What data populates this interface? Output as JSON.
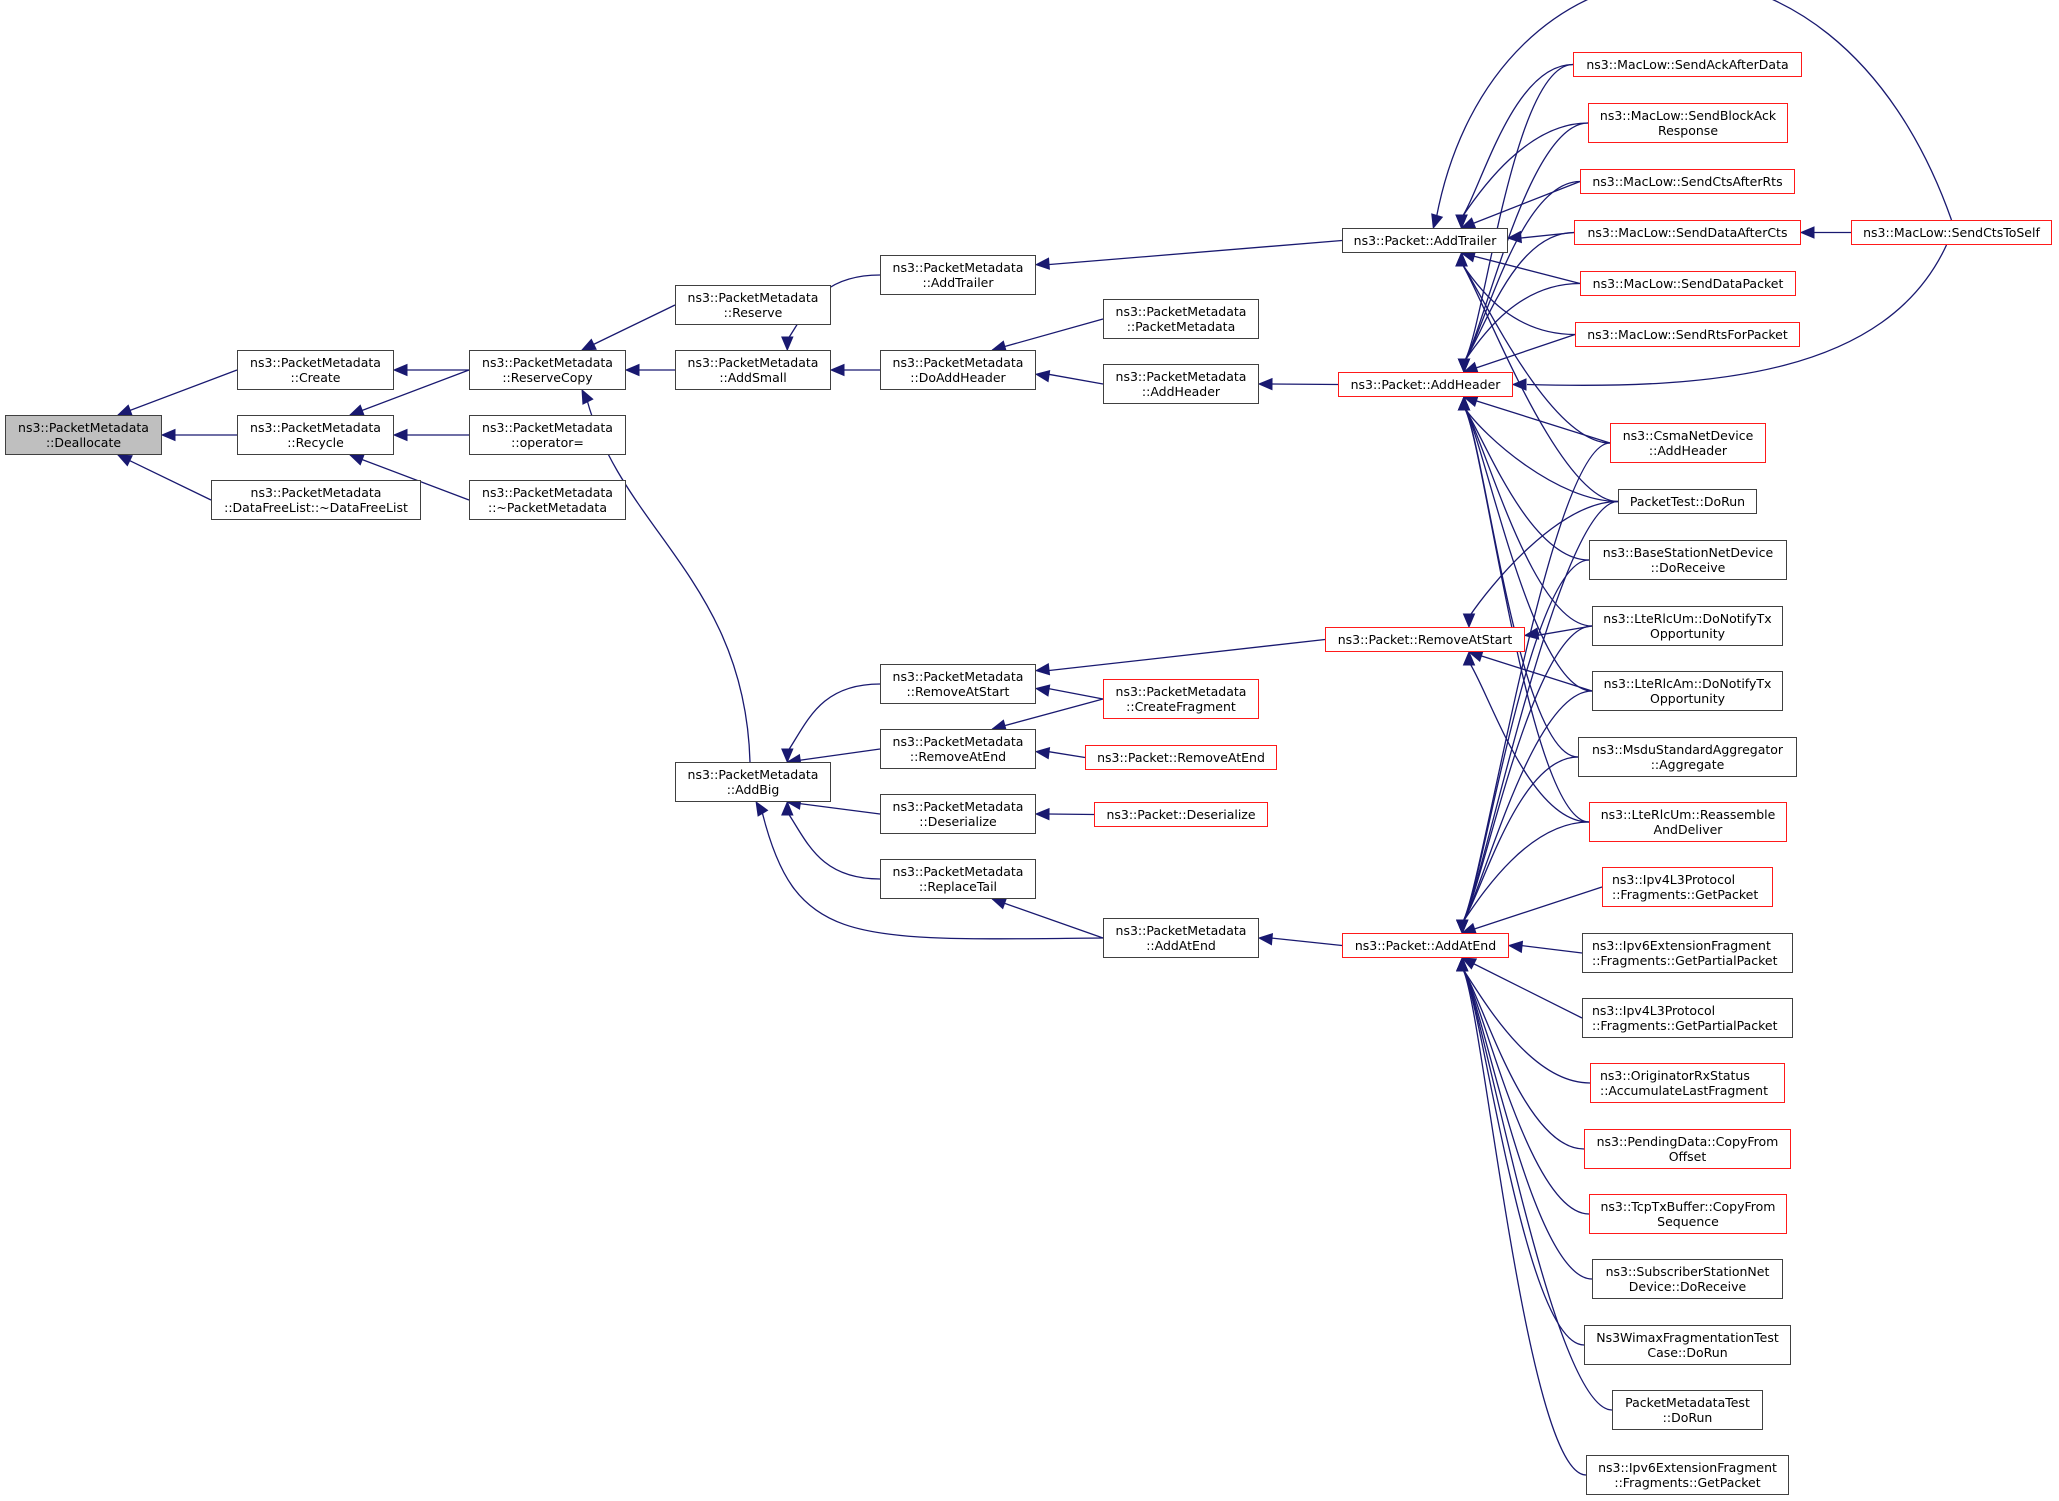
{
  "graph": {
    "title": "Caller graph of ns3::PacketMetadata::Deallocate",
    "root": "deallocate",
    "edge_color": "#191970",
    "colors": {
      "normal_border": "#404040",
      "truncated_border": "#ff1a1a",
      "root_fill": "#bfbfbf"
    },
    "nodes": {
      "deallocate": {
        "lines": [
          "ns3::PacketMetadata",
          "::Deallocate"
        ],
        "style": "root"
      },
      "create": {
        "lines": [
          "ns3::PacketMetadata",
          "::Create"
        ],
        "style": "normal"
      },
      "recycle": {
        "lines": [
          "ns3::PacketMetadata",
          "::Recycle"
        ],
        "style": "normal"
      },
      "datafreelist": {
        "lines": [
          "ns3::PacketMetadata",
          "::DataFreeList::~DataFreeList"
        ],
        "style": "normal"
      },
      "reservecopy": {
        "lines": [
          "ns3::PacketMetadata",
          "::ReserveCopy"
        ],
        "style": "normal"
      },
      "operator_assign": {
        "lines": [
          "ns3::PacketMetadata",
          "::operator="
        ],
        "style": "normal"
      },
      "dtor": {
        "lines": [
          "ns3::PacketMetadata",
          "::~PacketMetadata"
        ],
        "style": "normal"
      },
      "reserve": {
        "lines": [
          "ns3::PacketMetadata",
          "::Reserve"
        ],
        "style": "normal"
      },
      "addsmall": {
        "lines": [
          "ns3::PacketMetadata",
          "::AddSmall"
        ],
        "style": "normal"
      },
      "addbig": {
        "lines": [
          "ns3::PacketMetadata",
          "::AddBig"
        ],
        "style": "normal"
      },
      "pm_addtrailer": {
        "lines": [
          "ns3::PacketMetadata",
          "::AddTrailer"
        ],
        "style": "normal"
      },
      "doaddheader": {
        "lines": [
          "ns3::PacketMetadata",
          "::DoAddHeader"
        ],
        "style": "normal"
      },
      "pm_ctor": {
        "lines": [
          "ns3::PacketMetadata",
          "::PacketMetadata"
        ],
        "style": "normal"
      },
      "pm_addheader": {
        "lines": [
          "ns3::PacketMetadata",
          "::AddHeader"
        ],
        "style": "normal"
      },
      "pm_removeatstart": {
        "lines": [
          "ns3::PacketMetadata",
          "::RemoveAtStart"
        ],
        "style": "normal"
      },
      "pm_removeatend": {
        "lines": [
          "ns3::PacketMetadata",
          "::RemoveAtEnd"
        ],
        "style": "normal"
      },
      "pm_deserialize": {
        "lines": [
          "ns3::PacketMetadata",
          "::Deserialize"
        ],
        "style": "normal"
      },
      "replacetail": {
        "lines": [
          "ns3::PacketMetadata",
          "::ReplaceTail"
        ],
        "style": "normal"
      },
      "createfragment": {
        "lines": [
          "ns3::PacketMetadata",
          "::CreateFragment"
        ],
        "style": "truncated"
      },
      "p_removeatend": {
        "lines": [
          "ns3::Packet::RemoveAtEnd"
        ],
        "style": "truncated"
      },
      "p_deserialize": {
        "lines": [
          "ns3::Packet::Deserialize"
        ],
        "style": "truncated"
      },
      "pm_addatend": {
        "lines": [
          "ns3::PacketMetadata",
          "::AddAtEnd"
        ],
        "style": "normal"
      },
      "p_addtrailer": {
        "lines": [
          "ns3::Packet::AddTrailer"
        ],
        "style": "normal"
      },
      "p_addheader": {
        "lines": [
          "ns3::Packet::AddHeader"
        ],
        "style": "truncated"
      },
      "p_removeatstart": {
        "lines": [
          "ns3::Packet::RemoveAtStart"
        ],
        "style": "truncated"
      },
      "p_addatend": {
        "lines": [
          "ns3::Packet::AddAtEnd"
        ],
        "style": "truncated"
      },
      "sendackafterdata": {
        "lines": [
          "ns3::MacLow::SendAckAfterData"
        ],
        "style": "truncated"
      },
      "sendblockack": {
        "lines": [
          "ns3::MacLow::SendBlockAck",
          "Response"
        ],
        "style": "truncated"
      },
      "sendctsafterrts": {
        "lines": [
          "ns3::MacLow::SendCtsAfterRts"
        ],
        "style": "truncated"
      },
      "senddataaftercts": {
        "lines": [
          "ns3::MacLow::SendDataAfterCts"
        ],
        "style": "truncated"
      },
      "senddatapacket": {
        "lines": [
          "ns3::MacLow::SendDataPacket"
        ],
        "style": "truncated"
      },
      "sendrtsforpacket": {
        "lines": [
          "ns3::MacLow::SendRtsForPacket"
        ],
        "style": "truncated"
      },
      "sendctstoself": {
        "lines": [
          "ns3::MacLow::SendCtsToSelf"
        ],
        "style": "truncated"
      },
      "csma_addheader": {
        "lines": [
          "ns3::CsmaNetDevice",
          "::AddHeader"
        ],
        "style": "truncated"
      },
      "packettest": {
        "lines": [
          "PacketTest::DoRun"
        ],
        "style": "normal"
      },
      "basestation": {
        "lines": [
          "ns3::BaseStationNetDevice",
          "::DoReceive"
        ],
        "style": "normal"
      },
      "lterlcum_tx": {
        "lines": [
          "ns3::LteRlcUm::DoNotifyTx",
          "Opportunity"
        ],
        "style": "normal"
      },
      "lterlcam_tx": {
        "lines": [
          "ns3::LteRlcAm::DoNotifyTx",
          "Opportunity"
        ],
        "style": "normal"
      },
      "msdu": {
        "lines": [
          "ns3::MsduStandardAggregator",
          "::Aggregate"
        ],
        "style": "normal"
      },
      "reassemble": {
        "lines": [
          "ns3::LteRlcUm::Reassemble",
          "AndDeliver"
        ],
        "style": "truncated"
      },
      "ipv4_getpacket": {
        "lines": [
          "ns3::Ipv4L3Protocol",
          "::Fragments::GetPacket"
        ],
        "style": "truncated",
        "align": "left"
      },
      "ipv6_getpartial": {
        "lines": [
          "ns3::Ipv6ExtensionFragment",
          "::Fragments::GetPartialPacket"
        ],
        "style": "normal",
        "align": "left"
      },
      "ipv4_getpartial": {
        "lines": [
          "ns3::Ipv4L3Protocol",
          "::Fragments::GetPartialPacket"
        ],
        "style": "normal",
        "align": "left"
      },
      "originator": {
        "lines": [
          "ns3::OriginatorRxStatus",
          "::AccumulateLastFragment"
        ],
        "style": "truncated",
        "align": "left"
      },
      "pendingdata": {
        "lines": [
          "ns3::PendingData::CopyFrom",
          "Offset"
        ],
        "style": "truncated"
      },
      "tcptxbuffer": {
        "lines": [
          "ns3::TcpTxBuffer::CopyFrom",
          "Sequence"
        ],
        "style": "truncated"
      },
      "subscriber": {
        "lines": [
          "ns3::SubscriberStationNet",
          "Device::DoReceive"
        ],
        "style": "normal"
      },
      "wimaxtest": {
        "lines": [
          "Ns3WimaxFragmentationTest",
          "Case::DoRun"
        ],
        "style": "normal"
      },
      "pmtest": {
        "lines": [
          "PacketMetadataTest",
          "::DoRun"
        ],
        "style": "normal"
      },
      "ipv6_getpacket": {
        "lines": [
          "ns3::Ipv6ExtensionFragment",
          "::Fragments::GetPacket"
        ],
        "style": "normal"
      }
    },
    "edges": [
      [
        "create",
        "deallocate"
      ],
      [
        "recycle",
        "deallocate"
      ],
      [
        "datafreelist",
        "deallocate"
      ],
      [
        "reservecopy",
        "create"
      ],
      [
        "reservecopy",
        "recycle"
      ],
      [
        "operator_assign",
        "recycle"
      ],
      [
        "dtor",
        "recycle"
      ],
      [
        "reserve",
        "reservecopy"
      ],
      [
        "addsmall",
        "reservecopy"
      ],
      [
        "addbig",
        "reservecopy"
      ],
      [
        "pm_addtrailer",
        "addsmall"
      ],
      [
        "doaddheader",
        "addsmall"
      ],
      [
        "pm_ctor",
        "doaddheader"
      ],
      [
        "pm_addheader",
        "doaddheader"
      ],
      [
        "p_addtrailer",
        "pm_addtrailer"
      ],
      [
        "p_addheader",
        "pm_addheader"
      ],
      [
        "pm_removeatstart",
        "addbig"
      ],
      [
        "pm_removeatend",
        "addbig"
      ],
      [
        "pm_deserialize",
        "addbig"
      ],
      [
        "replacetail",
        "addbig"
      ],
      [
        "pm_addatend",
        "addbig"
      ],
      [
        "p_removeatstart",
        "pm_removeatstart"
      ],
      [
        "createfragment",
        "pm_removeatstart"
      ],
      [
        "createfragment",
        "pm_removeatend"
      ],
      [
        "p_removeatend",
        "pm_removeatend"
      ],
      [
        "p_deserialize",
        "pm_deserialize"
      ],
      [
        "pm_addatend",
        "replacetail"
      ],
      [
        "p_addatend",
        "pm_addatend"
      ],
      [
        "sendackafterdata",
        "p_addtrailer"
      ],
      [
        "sendblockack",
        "p_addtrailer"
      ],
      [
        "sendctsafterrts",
        "p_addtrailer"
      ],
      [
        "senddataaftercts",
        "p_addtrailer"
      ],
      [
        "senddatapacket",
        "p_addtrailer"
      ],
      [
        "sendrtsforpacket",
        "p_addtrailer"
      ],
      [
        "sendctstoself",
        "p_addtrailer"
      ],
      [
        "csma_addheader",
        "p_addtrailer"
      ],
      [
        "packettest",
        "p_addtrailer"
      ],
      [
        "sendctstoself",
        "senddataaftercts"
      ],
      [
        "sendackafterdata",
        "p_addheader"
      ],
      [
        "sendblockack",
        "p_addheader"
      ],
      [
        "sendctsafterrts",
        "p_addheader"
      ],
      [
        "senddataaftercts",
        "p_addheader"
      ],
      [
        "senddatapacket",
        "p_addheader"
      ],
      [
        "sendrtsforpacket",
        "p_addheader"
      ],
      [
        "sendctstoself",
        "p_addheader"
      ],
      [
        "csma_addheader",
        "p_addheader"
      ],
      [
        "packettest",
        "p_addheader"
      ],
      [
        "basestation",
        "p_addheader"
      ],
      [
        "lterlcum_tx",
        "p_addheader"
      ],
      [
        "lterlcam_tx",
        "p_addheader"
      ],
      [
        "msdu",
        "p_addheader"
      ],
      [
        "reassemble",
        "p_addheader"
      ],
      [
        "packettest",
        "p_removeatstart"
      ],
      [
        "lterlcum_tx",
        "p_removeatstart"
      ],
      [
        "lterlcam_tx",
        "p_removeatstart"
      ],
      [
        "reassemble",
        "p_removeatstart"
      ],
      [
        "csma_addheader",
        "p_addatend"
      ],
      [
        "packettest",
        "p_addatend"
      ],
      [
        "basestation",
        "p_addatend"
      ],
      [
        "lterlcum_tx",
        "p_addatend"
      ],
      [
        "lterlcam_tx",
        "p_addatend"
      ],
      [
        "msdu",
        "p_addatend"
      ],
      [
        "reassemble",
        "p_addatend"
      ],
      [
        "ipv4_getpacket",
        "p_addatend"
      ],
      [
        "ipv6_getpartial",
        "p_addatend"
      ],
      [
        "ipv4_getpartial",
        "p_addatend"
      ],
      [
        "originator",
        "p_addatend"
      ],
      [
        "pendingdata",
        "p_addatend"
      ],
      [
        "tcptxbuffer",
        "p_addatend"
      ],
      [
        "subscriber",
        "p_addatend"
      ],
      [
        "wimaxtest",
        "p_addatend"
      ],
      [
        "pmtest",
        "p_addatend"
      ],
      [
        "ipv6_getpacket",
        "p_addatend"
      ]
    ]
  }
}
